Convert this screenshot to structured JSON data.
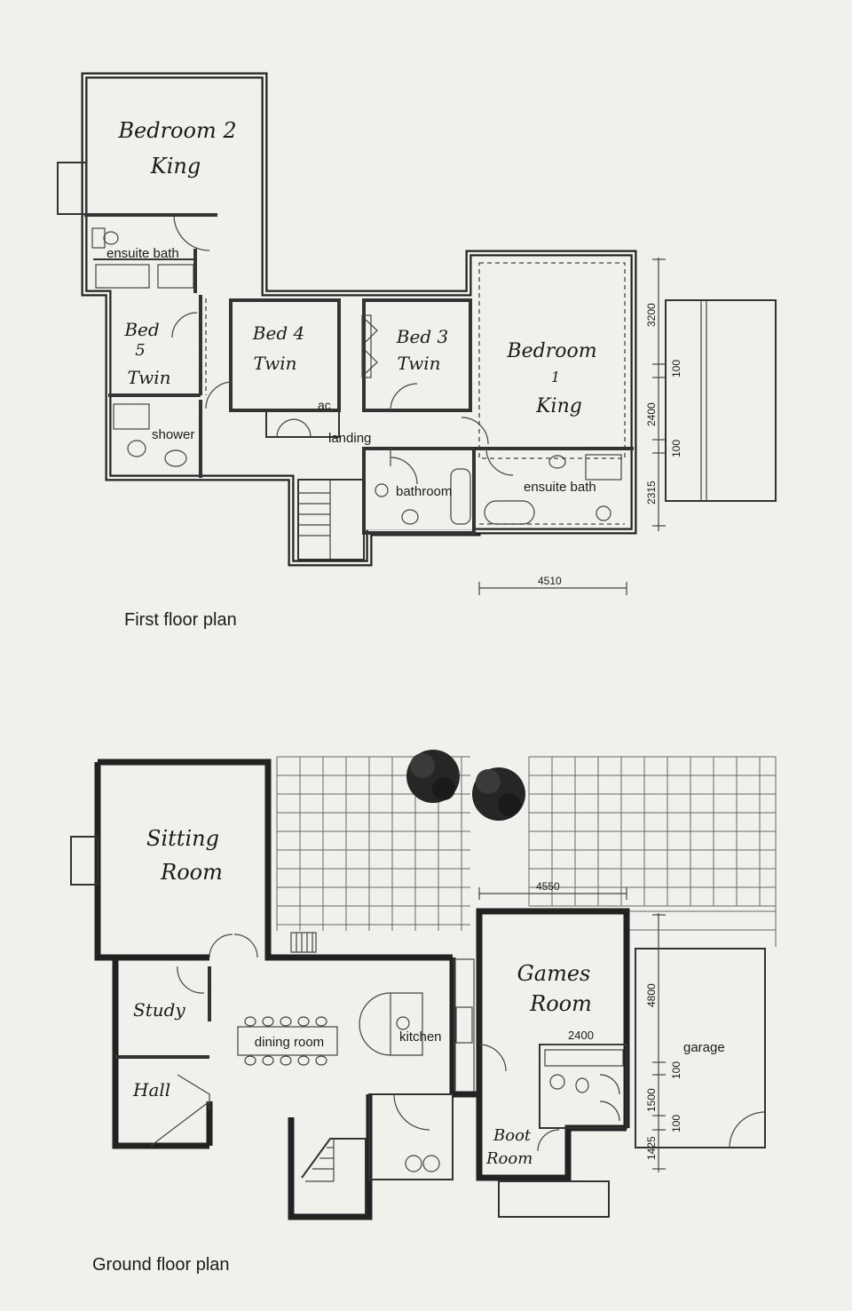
{
  "first_floor": {
    "caption": "First floor plan",
    "rooms": {
      "bedroom2": {
        "name": "Bedroom 2",
        "bed": "King"
      },
      "ensuite_bath_1": "ensuite bath",
      "bed5": {
        "line1": "Bed",
        "line2": "5",
        "line3": "Twin"
      },
      "bed4": {
        "name": "Bed 4",
        "bed": "Twin"
      },
      "bed3": {
        "name": "Bed 3",
        "bed": "Twin"
      },
      "bedroom1": {
        "line1": "Bedroom",
        "line2": "1",
        "line3": "King"
      },
      "ac": "ac",
      "shower": "shower",
      "landing": "landing",
      "bathroom": "bathroom",
      "ensuite_bath_2": "ensuite bath"
    },
    "dimensions": {
      "d3200": "3200",
      "d100a": "100",
      "d2400": "2400",
      "d100b": "100",
      "d2315": "2315",
      "d4510": "4510"
    }
  },
  "ground_floor": {
    "caption": "Ground floor plan",
    "rooms": {
      "sitting": {
        "line1": "Sitting",
        "line2": "Room"
      },
      "games": {
        "line1": "Games",
        "line2": "Room"
      },
      "study": "Study",
      "hall": "Hall",
      "dining": "dining room",
      "kitchen": "kitchen",
      "boot": {
        "line1": "Boot",
        "line2": "Room"
      },
      "garage": "garage"
    },
    "dimensions": {
      "d4550": "4550",
      "d2400": "2400",
      "d4800": "4800",
      "d100a": "100",
      "d1500": "1500",
      "d100b": "100",
      "d1425": "1425"
    }
  }
}
